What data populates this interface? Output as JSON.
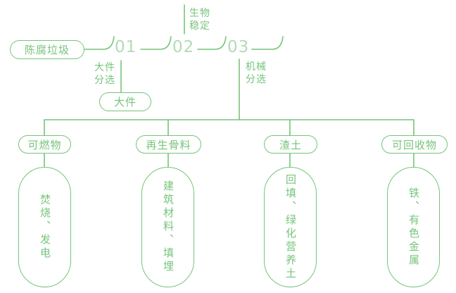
{
  "colors": {
    "green": "#76c47a",
    "number_green": "#b2dcb3",
    "background": "#ffffff"
  },
  "source": {
    "label": "陈腐垃圾"
  },
  "steps": [
    {
      "number": "01",
      "label": "大件\n分选"
    },
    {
      "number": "02",
      "label": "生物\n稳定"
    },
    {
      "number": "03",
      "label": "机械\n分选"
    }
  ],
  "bulky_output": {
    "label": "大件"
  },
  "branches": [
    {
      "category": "可燃物",
      "result": "焚烧、发电"
    },
    {
      "category": "再生骨料",
      "result": "建筑材料、填埋"
    },
    {
      "category": "渣土",
      "result": "回填、绿化营养土"
    },
    {
      "category": "可回收物",
      "result": "铁、有色金属"
    }
  ]
}
